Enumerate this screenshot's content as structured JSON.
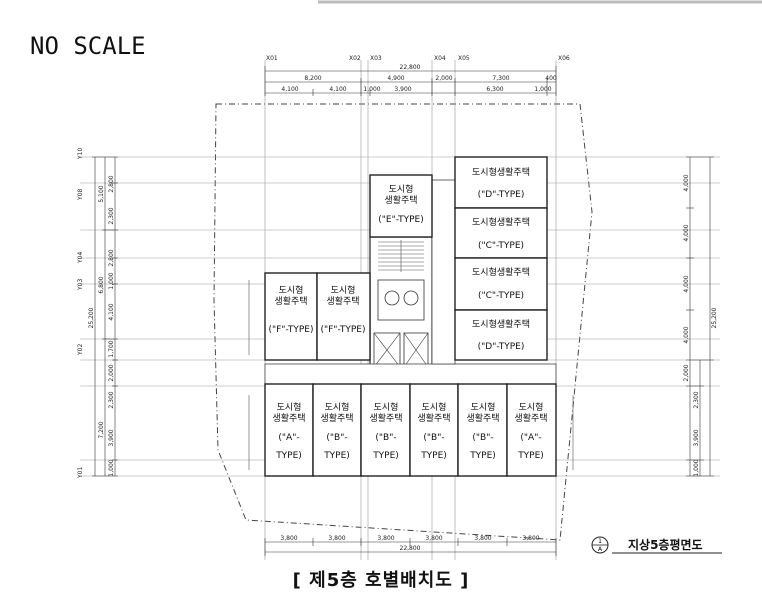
{
  "header": {
    "no_scale": "NO SCALE"
  },
  "title": "[ 제5층 호별배치도 ]",
  "legend": {
    "label": "지상5층평면도",
    "mark_top": "1",
    "mark_bottom": "A"
  },
  "axis_labels": {
    "top": [
      "X01",
      "X02",
      "X03",
      "X04",
      "X05",
      "X06"
    ],
    "left": [
      "Y10",
      "Y08",
      "Y04",
      "Y03",
      "Y02",
      "Y01"
    ]
  },
  "dimensions": {
    "top_total": "22,800",
    "top_row1": [
      "8,200",
      "4,900",
      "2,000",
      "7,300",
      "400"
    ],
    "top_row2": [
      "4,100",
      "4,100",
      "1,000",
      "3,900",
      "6,300",
      "1,000"
    ],
    "bottom_row": [
      "3,800",
      "3,800",
      "3,800",
      "3,800",
      "3,800",
      "3,800"
    ],
    "bottom_total": "22,800",
    "left_total": "25,200",
    "left_row1": [
      "5,100",
      "6,800",
      "7,200"
    ],
    "left_row2": [
      "2,800",
      "2,300",
      "2,800",
      "1,000",
      "4,100",
      "1,700",
      "2,000",
      "2,300",
      "3,900",
      "1,000"
    ],
    "right_total": "25,200",
    "right_row1": [
      "4,000",
      "4,000",
      "4,000",
      "4,000",
      "2,000",
      "2,300",
      "3,900",
      "1,000"
    ]
  },
  "units": {
    "E": {
      "line1": "도시형",
      "line2": "생활주택",
      "type": "(\"E\"-TYPE)"
    },
    "D_top": {
      "line1": "도시형생활주택",
      "type": "(\"D\"-TYPE)"
    },
    "C_top": {
      "line1": "도시형생활주택",
      "type": "(\"C\"-TYPE)"
    },
    "C_bottom": {
      "line1": "도시형생활주택",
      "type": "(\"C\"-TYPE)"
    },
    "D_bottom": {
      "line1": "도시형생활주택",
      "type": "(\"D\"-TYPE)"
    },
    "F1": {
      "line1": "도시형",
      "line2": "생활주택",
      "type": "(\"F\"-TYPE)"
    },
    "F2": {
      "line1": "도시형",
      "line2": "생활주택",
      "type": "(\"F\"-TYPE)"
    },
    "A1": {
      "line1": "도시형",
      "line2": "생활주택",
      "type1": "(\"A\"-",
      "type2": "TYPE)"
    },
    "B1": {
      "line1": "도시형",
      "line2": "생활주택",
      "type1": "(\"B\"-",
      "type2": "TYPE)"
    },
    "B2": {
      "line1": "도시형",
      "line2": "생활주택",
      "type1": "(\"B\"-",
      "type2": "TYPE)"
    },
    "B3": {
      "line1": "도시형",
      "line2": "생활주택",
      "type1": "(\"B\"-",
      "type2": "TYPE)"
    },
    "B4": {
      "line1": "도시형",
      "line2": "생활주택",
      "type1": "(\"B\"-",
      "type2": "TYPE)"
    },
    "A2": {
      "line1": "도시형",
      "line2": "생활주택",
      "type1": "(\"A\"-",
      "type2": "TYPE)"
    }
  }
}
